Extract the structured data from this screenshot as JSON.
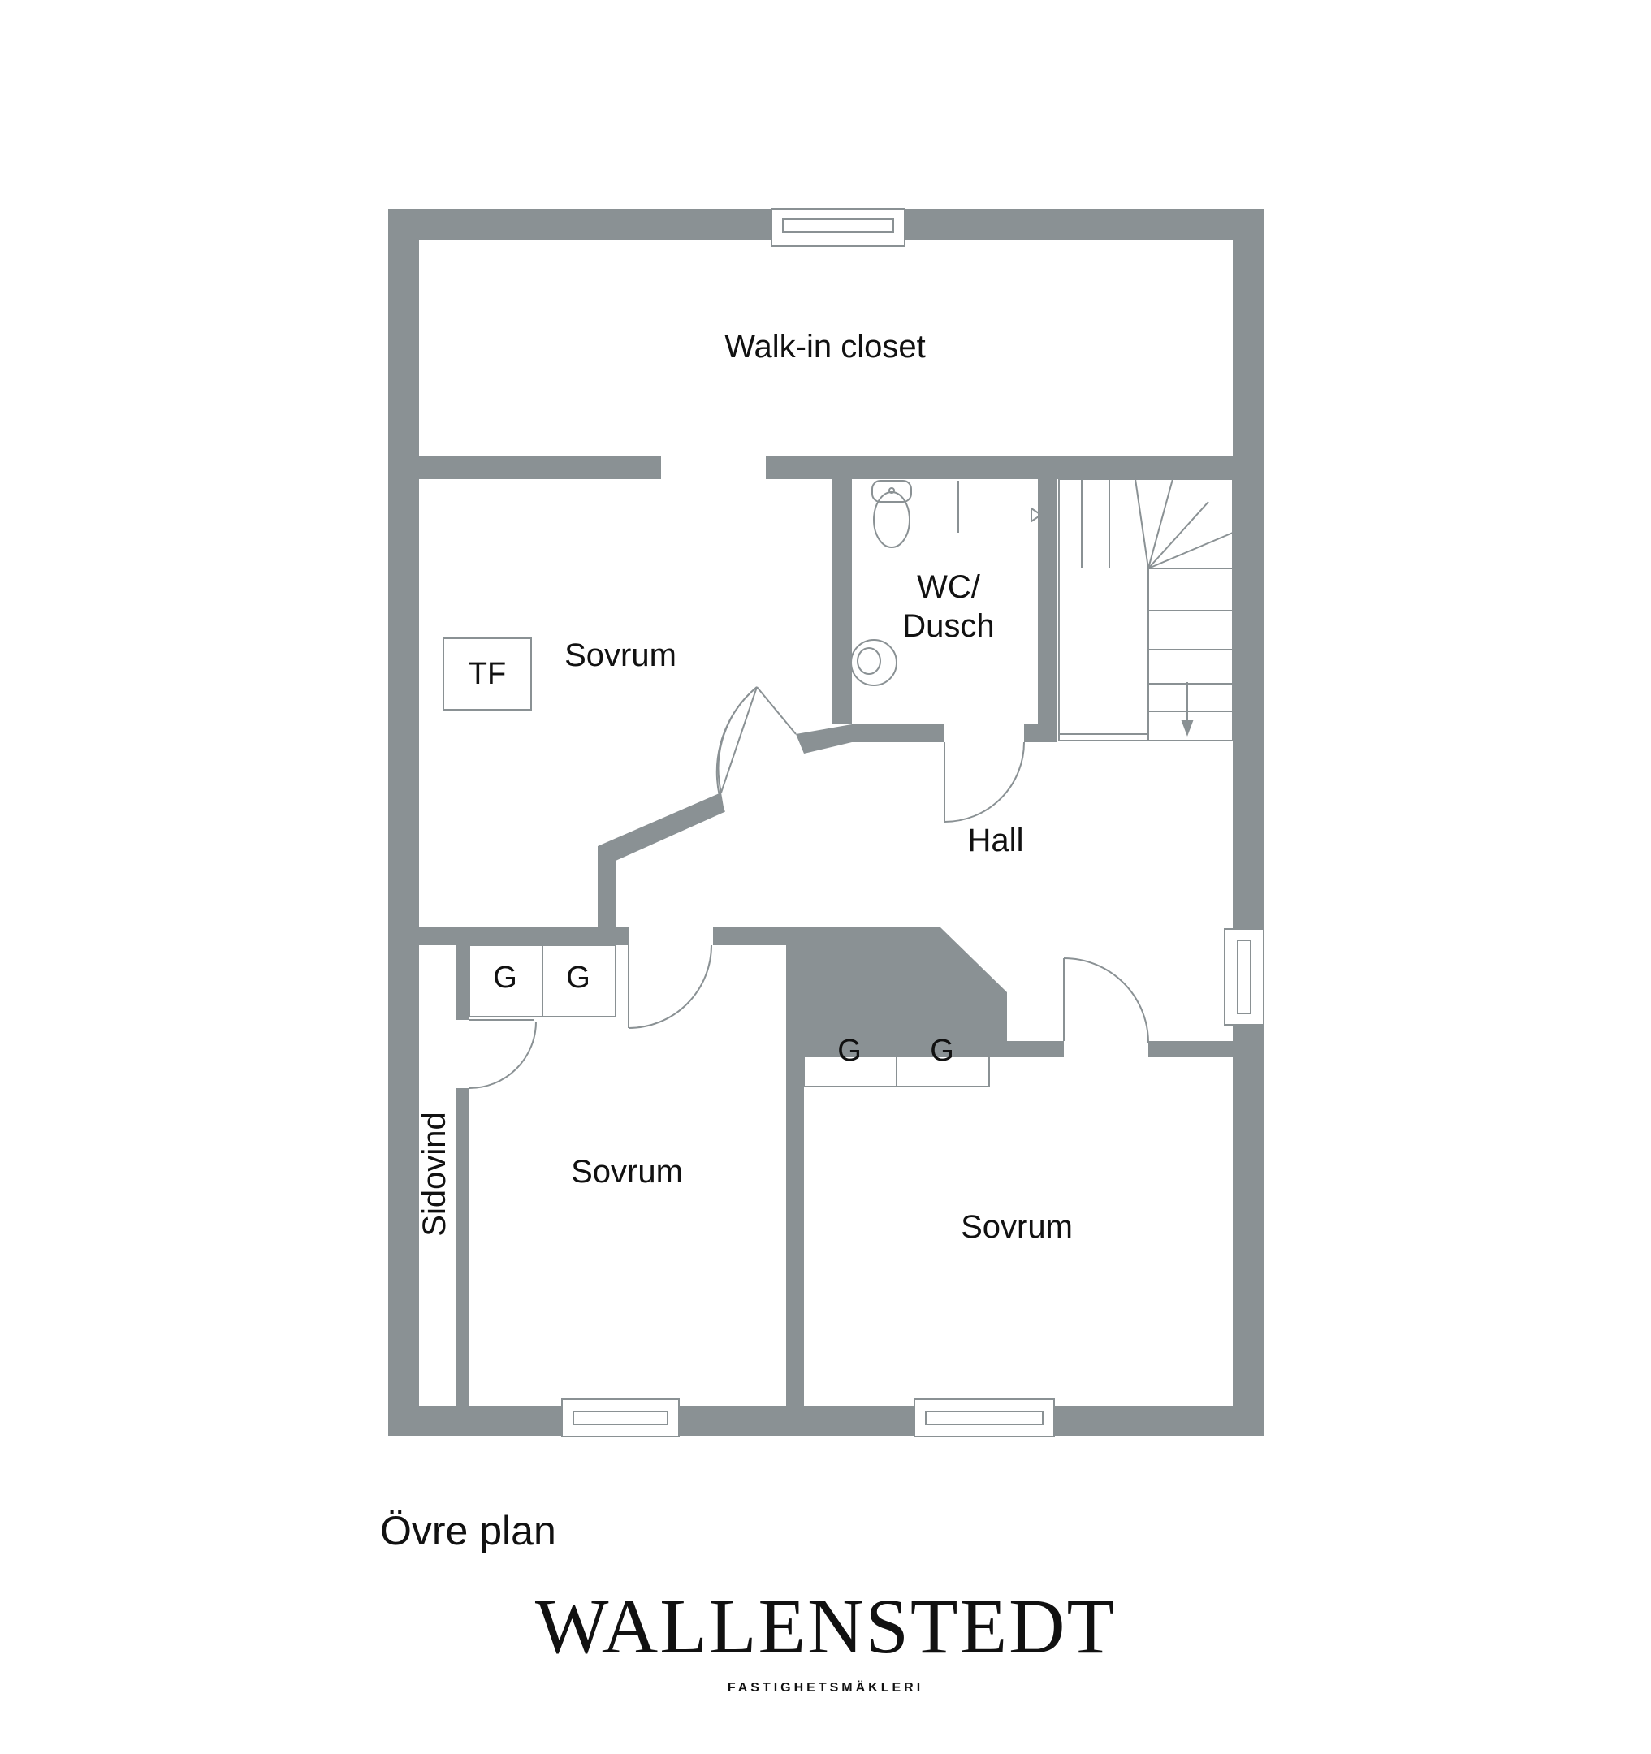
{
  "plan": {
    "title": "Övre plan",
    "wall_color": "#8a9194",
    "line_color": "#8a9194",
    "rooms": {
      "walk_in_closet": "Walk-in closet",
      "sovrum_top": "Sovrum",
      "wc_line1": "WC/",
      "wc_line2": "Dusch",
      "hall": "Hall",
      "sovrum_left": "Sovrum",
      "sovrum_right": "Sovrum",
      "sidovind": "Sidovind",
      "tf": "TF",
      "g": "G"
    }
  },
  "brand": {
    "name": "WALLENSTEDT",
    "subtitle": "FASTIGHETSMÄKLERI"
  }
}
